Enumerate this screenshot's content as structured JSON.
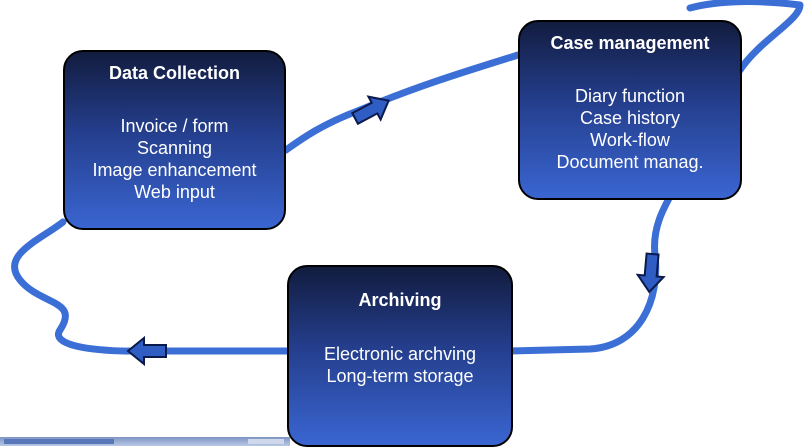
{
  "colors": {
    "flow_line": "#3b6fd6",
    "arrow_fill": "#2f5dc4",
    "box_gradient_top": "#121c3f",
    "box_gradient_bottom": "#3a65d1",
    "box_text": "#ffffff"
  },
  "boxes": {
    "data_collection": {
      "title": "Data Collection",
      "items": [
        "Invoice / form",
        "Scanning",
        "Image enhancement",
        "Web input"
      ]
    },
    "case_management": {
      "title": "Case management",
      "items": [
        "Diary function",
        "Case history",
        "Work-flow",
        "Document manag."
      ]
    },
    "archiving": {
      "title": "Archiving",
      "items": [
        "Electronic archving",
        "Long-term storage"
      ]
    }
  },
  "arrows": [
    {
      "id": "arrow-to-case-management",
      "direction": "right"
    },
    {
      "id": "arrow-to-archiving",
      "direction": "down"
    },
    {
      "id": "arrow-to-data-collection",
      "direction": "left"
    }
  ]
}
